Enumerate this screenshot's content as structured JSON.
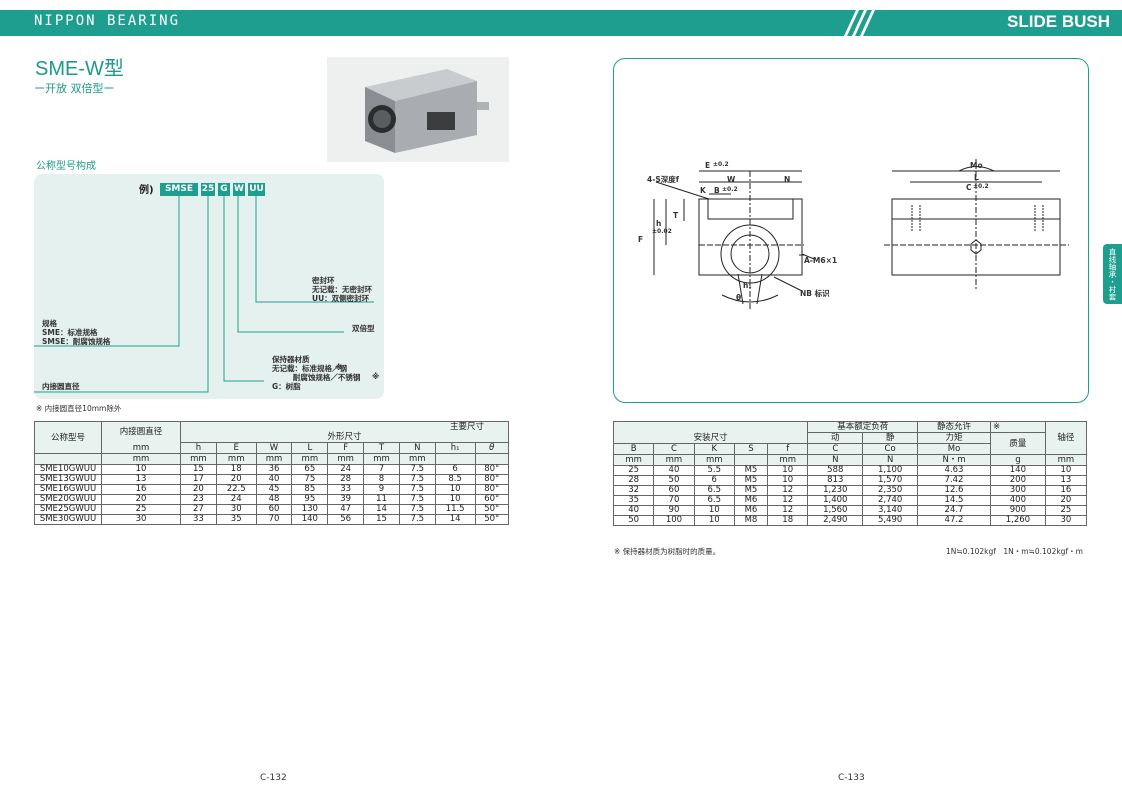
{
  "header": {
    "brand": "NIPPON BEARING",
    "section": "SLIDE BUSH",
    "bar_color": "#1e9e8e"
  },
  "left_page": {
    "title": "SME-W型",
    "subtitle": "ー开放 双倍型ー",
    "code_section_label": "公称型号构成",
    "example_label": "例)",
    "code_parts": [
      "SMSE",
      "25",
      "G",
      "W",
      "UU"
    ],
    "labels": {
      "seal": "密封环\n无记载：无密封环\nUU：双侧密封环",
      "double": "双倍型",
      "retainer": "保持器材质\n无记载：标准规格／钢\n        耐腐蚀规格／不锈钢\nG：树脂",
      "spec": "规格\nSME：标准规格\nSMSE：耐腐蚀规格",
      "bore": "内接圆直径"
    },
    "retainer_marks": [
      "※",
      "※"
    ],
    "note": "※ 内接圆直径10mm除外",
    "table": {
      "col_model": "公称型号",
      "col_bore": "内接圆直径",
      "group_main": "主要尺寸",
      "group_outer": "外形尺寸",
      "columns": [
        "h",
        "E",
        "W",
        "L",
        "F",
        "T",
        "N",
        "h₁",
        "θ"
      ],
      "units": [
        "mm",
        "mm",
        "mm",
        "mm",
        "mm",
        "mm",
        "mm",
        "mm",
        "mm",
        ""
      ],
      "rows": [
        [
          "SME10GWUU",
          "10",
          "15",
          "18",
          "36",
          "65",
          "24",
          "7",
          "7.5",
          "6",
          "80°"
        ],
        [
          "SME13GWUU",
          "13",
          "17",
          "20",
          "40",
          "75",
          "28",
          "8",
          "7.5",
          "8.5",
          "80°"
        ],
        [
          "SME16GWUU",
          "16",
          "20",
          "22.5",
          "45",
          "85",
          "33",
          "9",
          "7.5",
          "10",
          "80°"
        ],
        [
          "SME20GWUU",
          "20",
          "23",
          "24",
          "48",
          "95",
          "39",
          "11",
          "7.5",
          "10",
          "60°"
        ],
        [
          "SME25GWUU",
          "25",
          "27",
          "30",
          "60",
          "130",
          "47",
          "14",
          "7.5",
          "11.5",
          "50°"
        ],
        [
          "SME30GWUU",
          "30",
          "33",
          "35",
          "70",
          "140",
          "56",
          "15",
          "7.5",
          "14",
          "50°"
        ]
      ]
    },
    "page_number": "C-132"
  },
  "right_page": {
    "diagram_labels": {
      "e": "E",
      "e_tol": "±0.2",
      "depth": "4-S深度f",
      "w": "W",
      "n": "N",
      "k": "K",
      "b": "B",
      "b_tol": "±0.2",
      "t": "T",
      "h": "h",
      "h_tol": "±0.02",
      "f": "F",
      "am6": "A-M6×1",
      "h1": "h₁",
      "theta": "θ",
      "nb": "NB 标识",
      "mo": "Mo",
      "l": "L",
      "c": "C",
      "c_tol": "±0.2"
    },
    "table": {
      "group_mount": "安装尺寸",
      "group_load": "基本额定负荷",
      "load_dyn": "动",
      "load_stat": "静",
      "group_moment": "静态允许",
      "moment_sub": "力矩",
      "mark": "※",
      "col_mass": "质量",
      "col_shaft": "轴径",
      "columns": [
        "B",
        "C",
        "K",
        "S",
        "f",
        "C",
        "Co",
        "Mo",
        "",
        ""
      ],
      "units": [
        "mm",
        "mm",
        "mm",
        "",
        "mm",
        "N",
        "N",
        "N・m",
        "g",
        "mm"
      ],
      "rows": [
        [
          "25",
          "40",
          "5.5",
          "M5",
          "10",
          "588",
          "1,100",
          "4.63",
          "140",
          "10"
        ],
        [
          "28",
          "50",
          "6",
          "M5",
          "10",
          "813",
          "1,570",
          "7.42",
          "200",
          "13"
        ],
        [
          "32",
          "60",
          "6.5",
          "M5",
          "12",
          "1,230",
          "2,350",
          "12.6",
          "300",
          "16"
        ],
        [
          "35",
          "70",
          "6.5",
          "M6",
          "12",
          "1,400",
          "2,740",
          "14.5",
          "400",
          "20"
        ],
        [
          "40",
          "90",
          "10",
          "M6",
          "12",
          "1,560",
          "3,140",
          "24.7",
          "900",
          "25"
        ],
        [
          "50",
          "100",
          "10",
          "M8",
          "18",
          "2,490",
          "5,490",
          "47.2",
          "1,260",
          "30"
        ]
      ]
    },
    "footnote_left": "※ 保持器材质为树脂时的质量。",
    "footnote_right": "1N≒0.102kgf　1N・m≒0.102kgf・m",
    "side_tab": "直线轴承・衬套",
    "page_number": "C-133"
  }
}
